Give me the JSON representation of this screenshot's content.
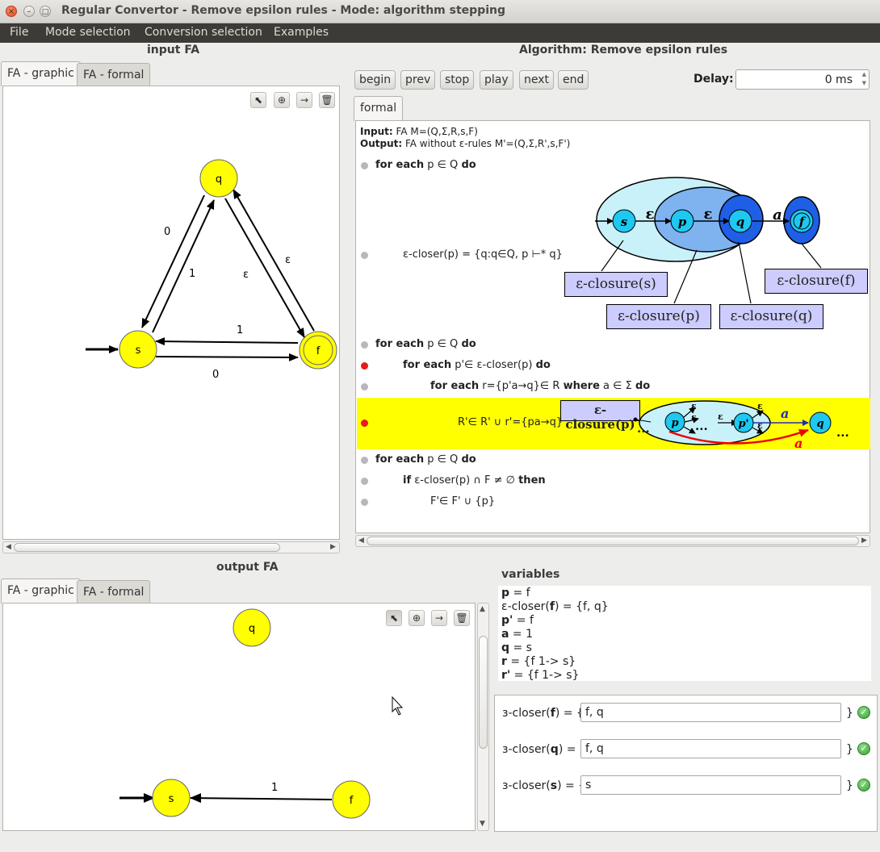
{
  "window": {
    "title": "Regular Convertor - Remove epsilon rules - Mode: algorithm stepping"
  },
  "menu": [
    "File",
    "Mode selection",
    "Conversion selection",
    "Examples"
  ],
  "input_fa": {
    "label": "input FA",
    "tabs": [
      "FA - graphic",
      "FA - formal"
    ],
    "states": {
      "q": "q",
      "s": "s",
      "f": "f"
    },
    "edges": {
      "q_s": "0",
      "s_q": "1",
      "q_f": "ε",
      "f_q": "ε",
      "f_s": "1",
      "s_f": "0"
    }
  },
  "algorithm": {
    "label": "Algorithm: Remove epsilon rules",
    "buttons": [
      "begin",
      "prev",
      "stop",
      "play",
      "next",
      "end"
    ],
    "delay_label": "Delay:",
    "delay_value": "0 ms",
    "tab": "formal",
    "input_prefix": "Input:",
    "input_text": "FA M=(Q,Σ,R,s,F)",
    "output_prefix": "Output:",
    "output_text": "FA without ε-rules M'=(Q,Σ,R',s,F')",
    "lines": {
      "l1_kw": "for each",
      "l1_rest": "p ∈ Q",
      "l1_do": "do",
      "l2": "ε-closer(p) = {q:q∈Q, p ⊢* q}",
      "l3_kw": "for each",
      "l3_rest": "p ∈ Q",
      "l3_do": "do",
      "l4_kw": "for each",
      "l4_rest": "p'∈ ε-closer(p)",
      "l4_do": "do",
      "l5_kw": "for each",
      "l5_rest": "r={p'a→q}∈ R",
      "l5_where": "where",
      "l5_rest2": "a ∈ Σ",
      "l5_do": "do",
      "l6": "R'∈ R' ∪ r'={pa→q}",
      "l7_kw": "for each",
      "l7_rest": "p ∈ Q",
      "l7_do": "do",
      "l8_kw": "if",
      "l8_rest": "ε-closer(p) ∩ F ≠ ∅",
      "l8_then": "then",
      "l9": "F'∈ F' ∪ {p}"
    },
    "figure1": {
      "states": {
        "s": "s",
        "p": "p",
        "q": "q",
        "f": "f"
      },
      "eps": "ε",
      "a": "a",
      "boxes": [
        "ε-closure(s)",
        "ε-closure(p)",
        "ε-closure(q)",
        "ε-closure(f)"
      ]
    },
    "figure2": {
      "box": "ε-closure(p)",
      "states": {
        "p": "p",
        "p2": "p'",
        "q": "q"
      },
      "eps": "ε",
      "a": "a",
      "dots": "...",
      "dots2": "..."
    }
  },
  "output_fa": {
    "label": "output FA",
    "tabs": [
      "FA - graphic",
      "FA - formal"
    ],
    "states": {
      "q": "q",
      "s": "s",
      "f": "f"
    },
    "edge_fs": "1"
  },
  "variables": {
    "label": "variables",
    "items": [
      {
        "name": "p",
        "value": " = f"
      },
      {
        "name": "f",
        "prefix": "ε-closer(",
        "suffix": ") = {f, q}"
      },
      {
        "name": "p'",
        "value": " = f"
      },
      {
        "name": "a",
        "value": " = 1"
      },
      {
        "name": "q",
        "value": " = s"
      },
      {
        "name": "r",
        "value": " = {f 1-> s}"
      },
      {
        "name": "r'",
        "value": " = {f 1-> s}"
      }
    ]
  },
  "closures": [
    {
      "pre": "ɜ-closer(",
      "var": "f",
      "post": ") = {",
      "value": "f, q",
      "close": "}"
    },
    {
      "pre": "ɜ-closer(",
      "var": "q",
      "post": ") = {",
      "value": "f, q",
      "close": "}"
    },
    {
      "pre": "ɜ-closer(",
      "var": "s",
      "post": ") = {",
      "value": "s",
      "close": "}"
    }
  ],
  "colors": {
    "state_fill": "#ffff00",
    "highlight": "#ffff00",
    "menubar": "#3c3b37",
    "closure_box": "#ccccff",
    "fig_state": "#1ec8f0"
  }
}
